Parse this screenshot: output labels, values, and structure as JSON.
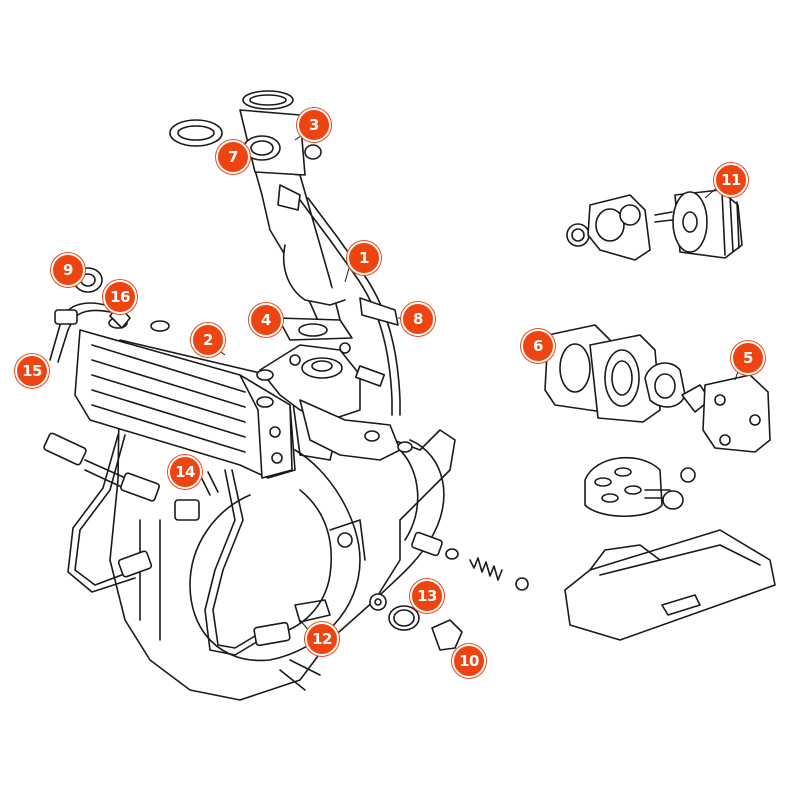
{
  "diagram": {
    "accent_color": "#ee4411",
    "callouts": [
      "1",
      "2",
      "3",
      "4",
      "5",
      "6",
      "7",
      "8",
      "9",
      "10",
      "11",
      "12",
      "13",
      "14",
      "15",
      "16"
    ]
  }
}
